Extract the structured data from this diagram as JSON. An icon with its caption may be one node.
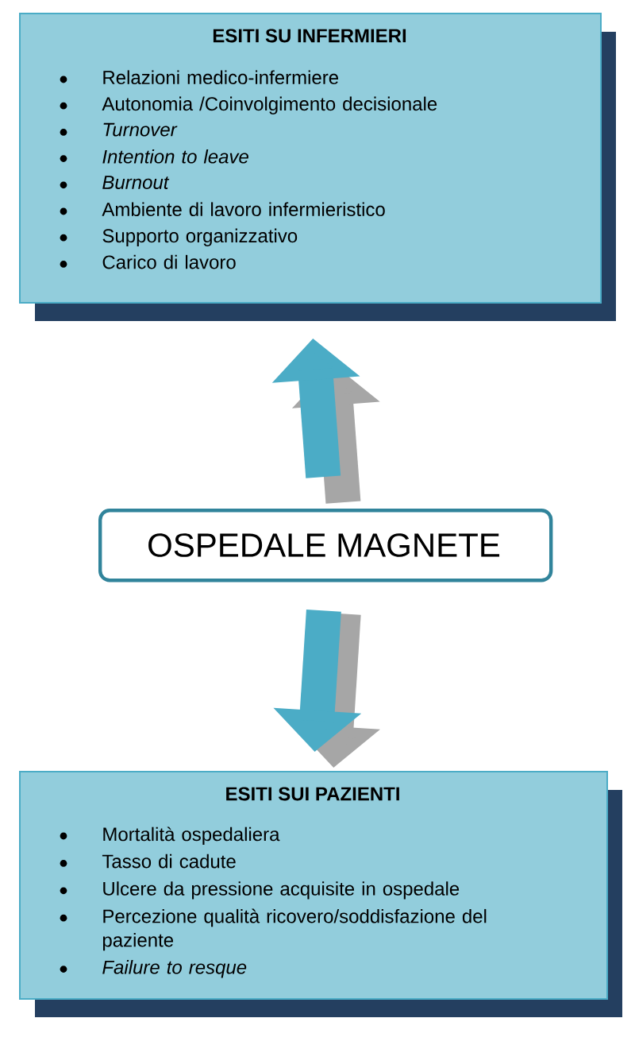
{
  "diagram": {
    "nodes": [
      {
        "text": [
          "ESITI SU INFERMIERI",
          "Relazioni medico-infermiere",
          "Autonomia /Coinvolgimento decisionale",
          "Turnover",
          "Intention to leave",
          "Burnout",
          "Ambiente di lavoro infermieristico",
          "Supporto organizzativo",
          "Carico di lavoro"
        ]
      },
      {
        "text": [
          "OSPEDALE MAGNETE"
        ]
      },
      {
        "text": [
          "ESITI SUI PAZIENTI",
          "Mortalità ospedaliera",
          "Tasso di cadute",
          "Ulcere da pressione acquisite in ospedale",
          "Percezione qualità ricovero/soddisfazione del paziente",
          "Failure to resque"
        ]
      }
    ],
    "edges": [
      {
        "from": 1,
        "to": 0,
        "arrow": "to"
      },
      {
        "from": 1,
        "to": 2,
        "arrow": "to"
      }
    ]
  }
}
